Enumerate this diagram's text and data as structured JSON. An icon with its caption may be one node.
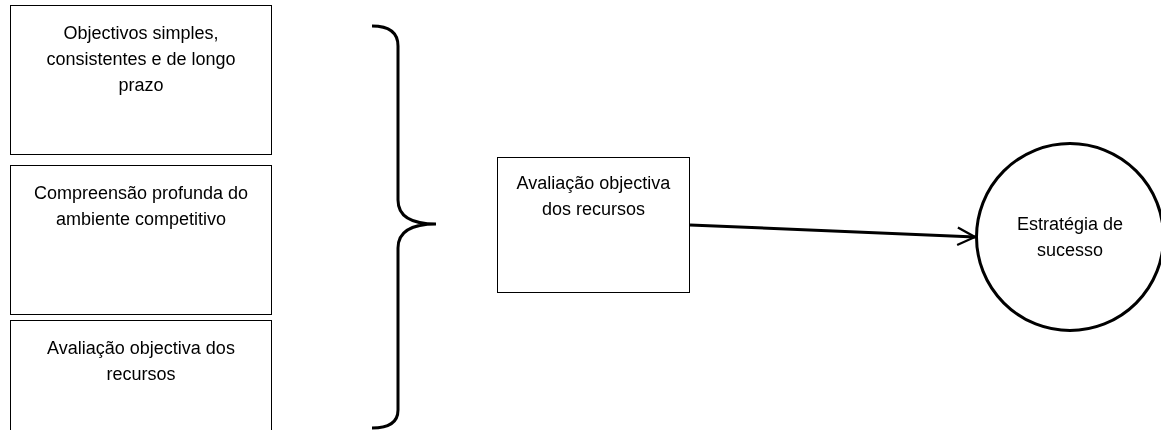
{
  "diagram": {
    "nodes": [
      {
        "text": [
          "Objectivos simples, consistentes e de longo prazo"
        ]
      },
      {
        "text": [
          "Compreensão profunda do ambiente competitivo"
        ]
      },
      {
        "text": [
          "Avaliação objectiva dos recursos"
        ]
      },
      {
        "text": [
          "Avaliação objectiva dos recursos"
        ]
      },
      {
        "text": [
          "Estratégia de sucesso"
        ]
      }
    ],
    "edges": [
      {
        "from": 3,
        "to": 4,
        "arrow": "to"
      }
    ]
  }
}
